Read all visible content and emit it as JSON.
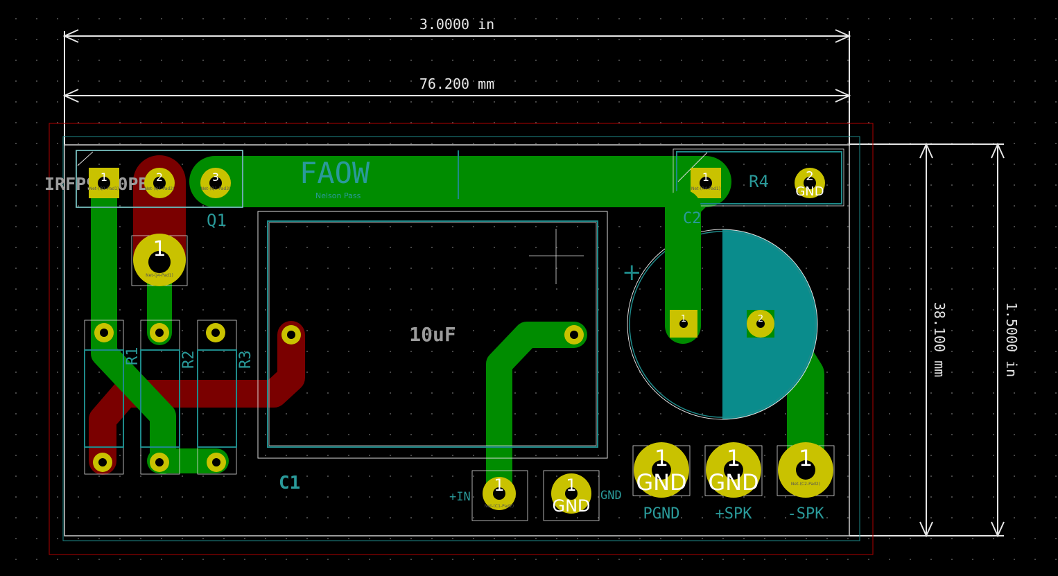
{
  "dimensions": {
    "width_in": "3.0000 in",
    "width_mm": "76.200 mm",
    "height_mm": "38.100 mm",
    "height_in": "1.5000 in"
  },
  "silkscreen": {
    "logo": "FAOW",
    "author": "Nelson Pass",
    "value_c": "10uF"
  },
  "components": {
    "q1_value": "IRFP9240PBF",
    "q1": "Q1",
    "r1": "R1",
    "r2": "R2",
    "r3": "R3",
    "r4": "R4",
    "c1": "C1",
    "c2": "C2",
    "plus_marker": "+"
  },
  "pads": {
    "p1": "1",
    "p2": "2",
    "p3": "3",
    "gnd": "GND",
    "net_q1_pad1": "Net-(Q1-Pad1)",
    "net_q1_pad2": "Net-(Q1-Pad2)",
    "net_q1_pad3": "Net-(Q1-Pad3)",
    "net_r4_pad1": "Net-(R4-Pad1)",
    "net_j4_pad1": "Net-(J4-Pad1)",
    "net_c1_pad2": "Net-(C1-Pad2)",
    "net_c2_pad2": "Net-(C2-Pad2)"
  },
  "connectors": {
    "in": "+IN",
    "gnd": "GND",
    "pgnd": "PGND",
    "plus_spk": "+SPK",
    "minus_spk": "-SPK"
  },
  "colors": {
    "background": "#000000",
    "copper_front": "#008c00",
    "copper_back": "#7a0000",
    "pad": "#c9c200",
    "silk": "#2a9a9a",
    "edge_cuts": "#cccccc",
    "courtyard": "#b00000"
  }
}
